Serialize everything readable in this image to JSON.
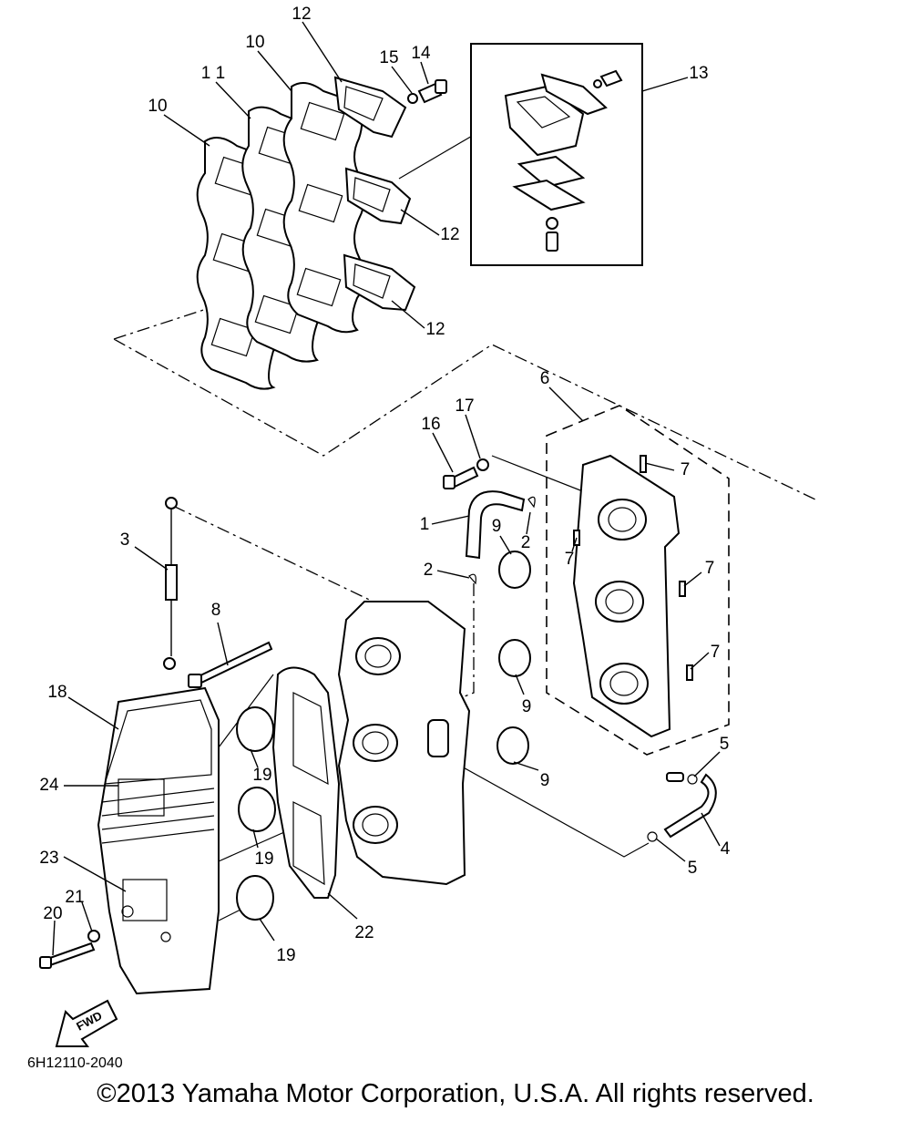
{
  "diagram": {
    "drawing_code": "6H12110-2040",
    "copyright": "©2013 Yamaha Motor Corporation, U.S.A. All rights reserved.",
    "fwd_label": "FWD",
    "callouts": {
      "c1": "1",
      "c2a": "2",
      "c2b": "2",
      "c3": "3",
      "c4": "4",
      "c5a": "5",
      "c5b": "5",
      "c6": "6",
      "c7a": "7",
      "c7b": "7",
      "c7c": "7",
      "c7d": "7",
      "c8": "8",
      "c9a": "9",
      "c9b": "9",
      "c9c": "9",
      "c10a": "10",
      "c10b": "10",
      "c11": "1 1",
      "c12a": "12",
      "c12b": "12",
      "c12c": "12",
      "c13": "13",
      "c14": "14",
      "c15": "15",
      "c16": "16",
      "c17": "17",
      "c18": "18",
      "c19a": "19",
      "c19b": "19",
      "c19c": "19",
      "c20": "20",
      "c21": "21",
      "c22": "22",
      "c23": "23",
      "c24": "24"
    }
  }
}
